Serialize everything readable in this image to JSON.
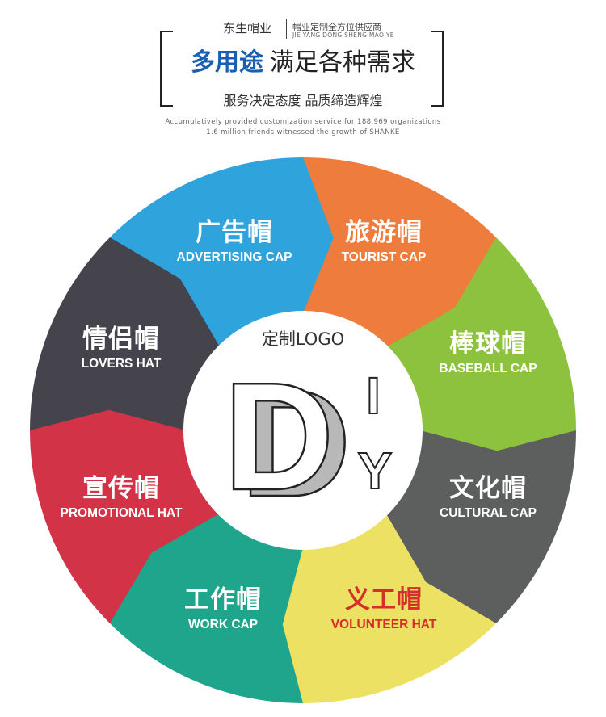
{
  "header": {
    "brand": "东生帽业",
    "brand_sub": "帽业定制全方位供应商",
    "brand_sub_en": "JIE YANG DONG SHENG MAO YE",
    "headline_blue": "多用途",
    "headline_rest": "满足各种需求",
    "tagline": "服务决定态度 品质缔造辉煌",
    "en_line1": "Accumulatively provided customization service for 188,969 organizations",
    "en_line2": "1.6 million friends witnessed the growth of SHANKE"
  },
  "wheel": {
    "center_text": "定制LOGO",
    "diy_letters": [
      "D",
      "I",
      "Y"
    ],
    "segments": [
      {
        "cn": "旅游帽",
        "en": "TOURIST CAP",
        "color": "#ee7c3c",
        "text_color": "#ffffff"
      },
      {
        "cn": "棒球帽",
        "en": "BASEBALL CAP",
        "color": "#8dc23e",
        "text_color": "#ffffff"
      },
      {
        "cn": "文化帽",
        "en": "CULTURAL CAP",
        "color": "#5d5f5e",
        "text_color": "#ffffff"
      },
      {
        "cn": "义工帽",
        "en": "VOLUNTEER HAT",
        "color": "#ece163",
        "text_color": "#d62d2d"
      },
      {
        "cn": "工作帽",
        "en": "WORK CAP",
        "color": "#1fa58b",
        "text_color": "#ffffff"
      },
      {
        "cn": "宣传帽",
        "en": "PROMOTIONAL HAT",
        "color": "#d33347",
        "text_color": "#ffffff"
      },
      {
        "cn": "情侣帽",
        "en": "LOVERS HAT",
        "color": "#45434b",
        "text_color": "#ffffff"
      },
      {
        "cn": "广告帽",
        "en": "ADVERTISING CAP",
        "color": "#2fa3db",
        "text_color": "#ffffff"
      }
    ]
  }
}
